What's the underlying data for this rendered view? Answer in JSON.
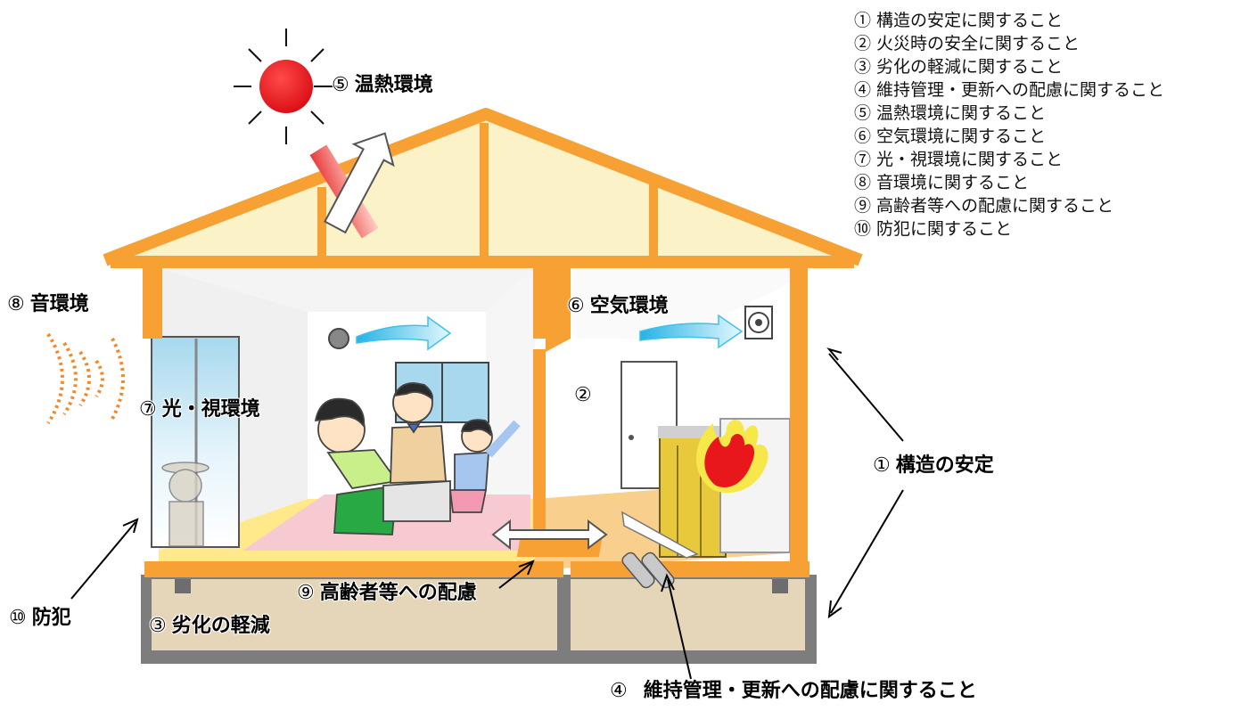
{
  "legend": [
    "① 構造の安定に関すること",
    "② 火災時の安全に関すること",
    "③ 劣化の軽減に関すること",
    "④ 維持管理・更新への配慮に関すること",
    "⑤ 温熱環境に関すること",
    "⑥ 空気環境に関すること",
    "⑦ 光・視環境に関すること",
    "⑧ 音環境に関すること",
    "⑨ 高齢者等への配慮に関すること",
    "⑩ 防犯に関すること"
  ],
  "labels": {
    "thermal": {
      "num": "⑤",
      "text": "温熱環境"
    },
    "air": {
      "num": "⑥",
      "text": "空気環境"
    },
    "sound": {
      "num": "⑧",
      "text": "音環境"
    },
    "light": {
      "num": "⑦",
      "text": "光・視環境"
    },
    "fire": {
      "num": "②",
      "text": ""
    },
    "structure": {
      "num": "①",
      "text": "構造の安定"
    },
    "elderly": {
      "num": "⑨",
      "text": "高齢者等への配慮"
    },
    "degradation": {
      "num": "③",
      "text": "劣化の軽減"
    },
    "security": {
      "num": "⑩",
      "text": "防犯"
    },
    "maintenance": {
      "num": "④",
      "text": "維持管理・更新への配慮に関すること"
    }
  },
  "colors": {
    "frame": "#f7a135",
    "frame_stroke": "#c0661a",
    "attic": "#fbf2c8",
    "wall": "#ffffff",
    "floor": "#ffe98a",
    "carpet": "#f7c9d0",
    "foundation": "#7d7d7d",
    "sun": "#e8171c",
    "air_arrow": "#3cc3ea",
    "fire": "#e8171c",
    "sound_waves": "#f08a2a"
  }
}
